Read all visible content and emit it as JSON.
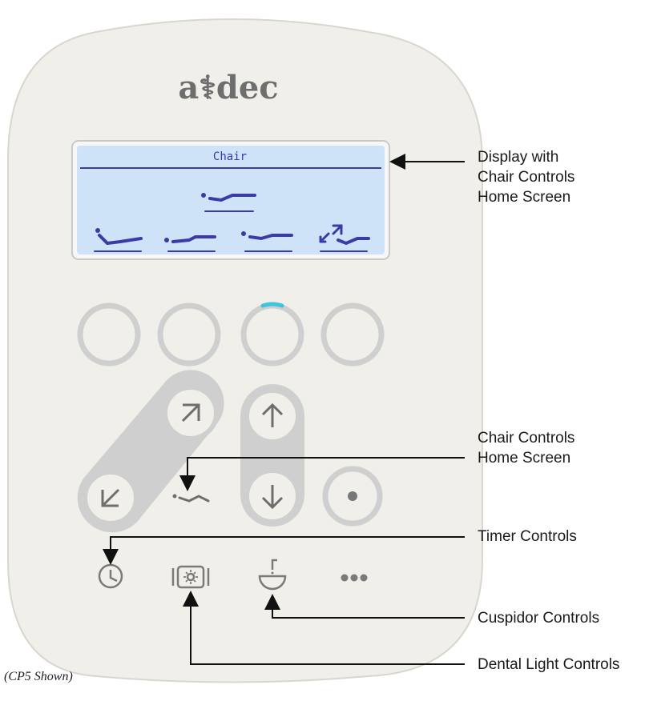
{
  "brand": {
    "logo_text": "a⚕dec"
  },
  "display": {
    "title": "Chair",
    "colors": {
      "screen": "#cfe3f8",
      "ink": "#3b3ba8"
    },
    "icons": [
      "chair-position-upper-icon",
      "chair-position-1-icon",
      "chair-position-2-icon",
      "chair-position-3-icon",
      "chair-position-4-icon"
    ]
  },
  "buttons": {
    "position_buttons": [
      "position-button-1",
      "position-button-2",
      "position-button-3",
      "position-button-4"
    ],
    "active_indicator_color": "#3fc4e0",
    "controls": [
      "tilt-up-button",
      "tilt-down-button",
      "chair-up-button",
      "chair-down-button",
      "stop-button",
      "chair-home-icon"
    ]
  },
  "bottom_icons": [
    "timer-icon",
    "dental-light-icon",
    "cuspidor-icon",
    "more-icon"
  ],
  "callouts": {
    "display": [
      "Display with",
      "Chair Controls",
      "Home Screen"
    ],
    "chair_home": [
      "Chair Controls",
      "Home Screen"
    ],
    "timer": "Timer Controls",
    "cuspidor": "Cuspidor Controls",
    "dental_light": "Dental Light Controls"
  },
  "caption": "(CP5 Shown)"
}
